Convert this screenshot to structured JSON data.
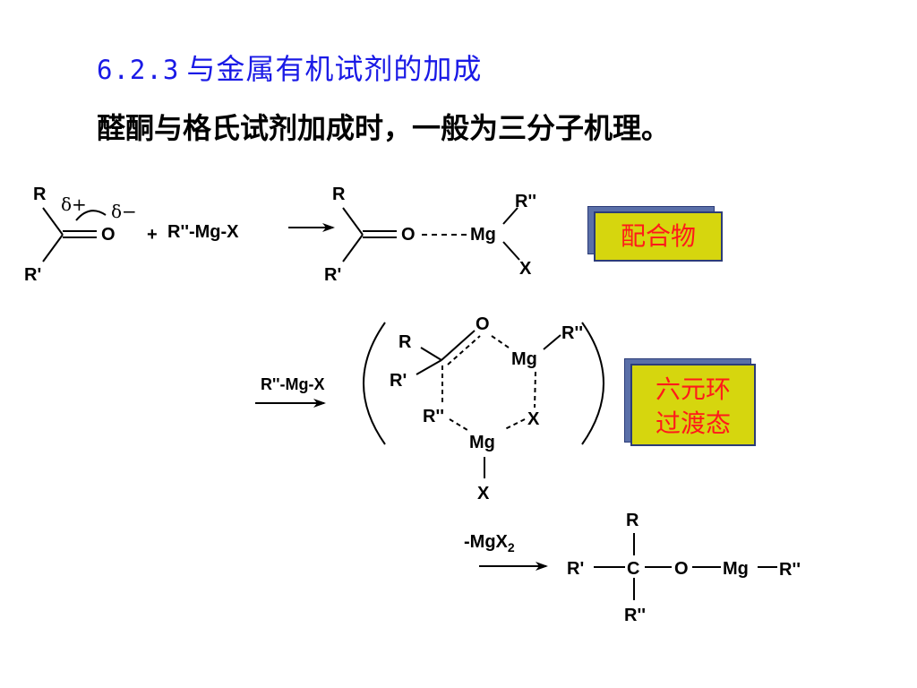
{
  "heading": {
    "number": "6.2.3",
    "text": "与金属有机试剂的加成"
  },
  "subheading": "醛酮与格氏试剂加成时，一般为三分子机理。",
  "reaction1": {
    "carbonyl_r": "R",
    "carbonyl_r_prime": "R'",
    "carbonyl_o": "O",
    "delta_plus": "δ+",
    "delta_minus": "δ−",
    "plus": "+",
    "reagent": "R''-Mg-X",
    "product_r": "R",
    "product_r_prime": "R'",
    "product_o": "O",
    "product_mg": "Mg",
    "product_r2": "R''",
    "product_x": "X",
    "badge": "配合物"
  },
  "reaction2": {
    "reagent": "R''-Mg-X",
    "ring_o": "O",
    "ring_r": "R",
    "ring_r_prime": "R'",
    "ring_mg_top": "Mg",
    "ring_r2_top": "R''",
    "ring_r2_left": "R''",
    "ring_x": "X",
    "ring_mg_bottom": "Mg",
    "ring_x_bottom": "X",
    "badge_line1": "六元环",
    "badge_line2": "过渡态"
  },
  "reaction3": {
    "byproduct": "-MgX",
    "byproduct_sub": "2",
    "r_top": "R",
    "r_prime": "R'",
    "carbon": "C",
    "oxygen": "O",
    "mg": "Mg",
    "r2_right": "R''",
    "r2_bottom": "R''"
  },
  "colors": {
    "heading": "#1a1ae6",
    "badge_fill": "#d6d60e",
    "badge_text": "#ff1a1a",
    "badge_shadow": "#5a6fa8"
  }
}
